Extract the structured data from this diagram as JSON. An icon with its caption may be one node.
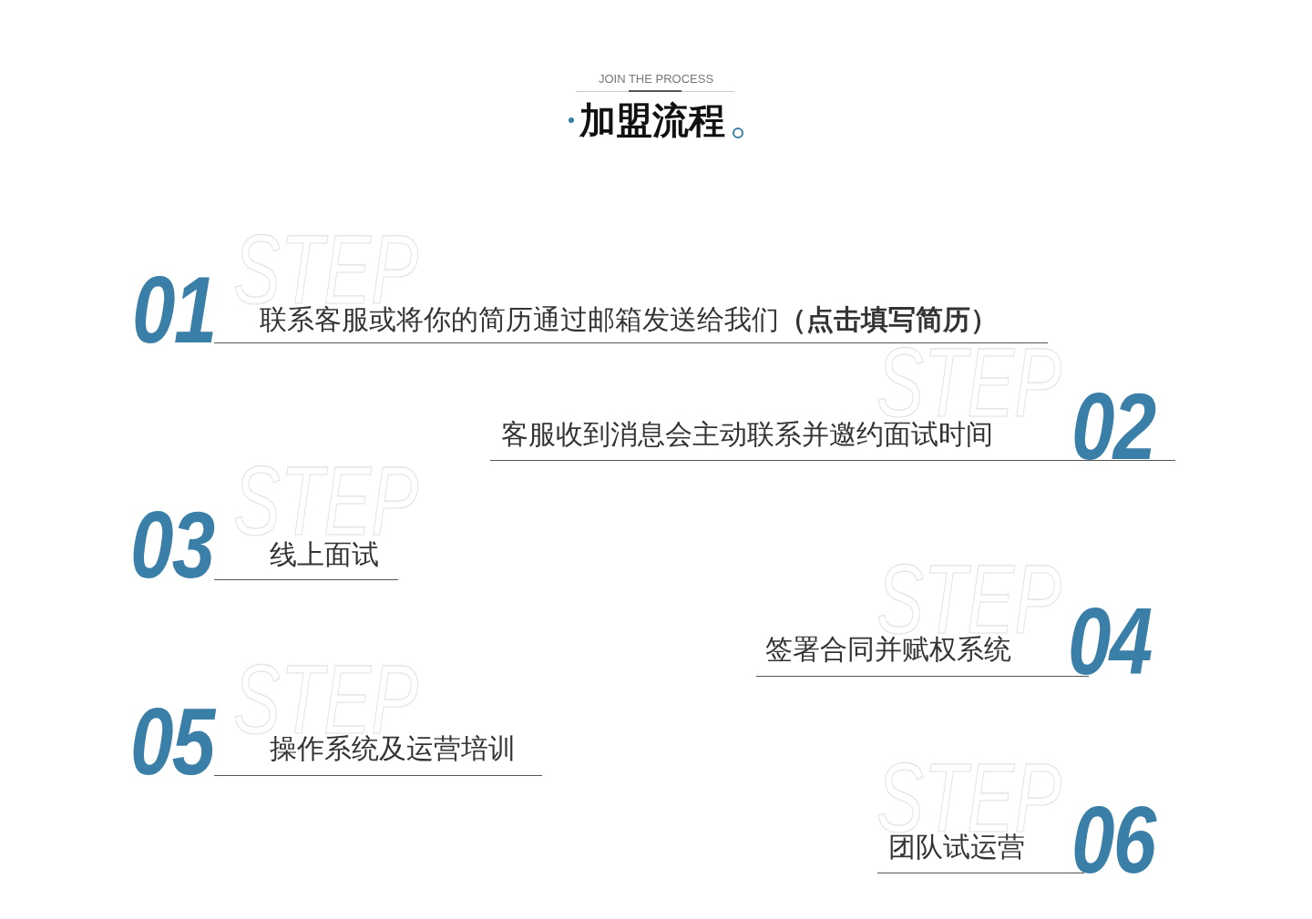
{
  "diagram": {
    "title": "加盟流程",
    "nodes": [
      {
        "text": [
          "STEP",
          "01",
          "联系客服或将你的简历通过邮箱发送给我们**（点击填写简历）**"
        ]
      },
      {
        "text": [
          "STEP",
          "客服收到消息会主动联系并邀约面试时间",
          "02"
        ]
      },
      {
        "text": [
          "STEP",
          "03",
          "线上面试"
        ]
      },
      {
        "text": [
          "STEP",
          "签署合同并赋权系统",
          "04"
        ]
      },
      {
        "text": [
          "STEP",
          "05",
          "操作系统及运营培训"
        ]
      },
      {
        "text": [
          "STEP",
          "团队试运营",
          "06"
        ]
      }
    ],
    "labels": [
      "JOIN THE PROCESS"
    ]
  }
}
